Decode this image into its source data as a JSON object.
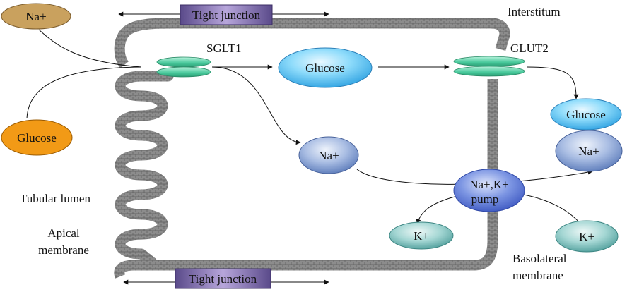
{
  "labels": {
    "tight_junction_top": "Tight junction",
    "tight_junction_bottom": "Tight junction",
    "interstitum": "Interstitum",
    "sglt1": "SGLT1",
    "glut2": "GLUT2",
    "tubular_lumen": "Tubular lumen",
    "apical_line1": "Apical",
    "apical_line2": "membrane",
    "basolateral_line1": "Basolateral",
    "basolateral_line2": "membrane"
  },
  "molecules": {
    "na_lumen": "Na+",
    "glucose_lumen": "Glucose",
    "glucose_cell": "Glucose",
    "na_cell": "Na+",
    "pump_line1": "Na+,K+",
    "pump_line2": "pump",
    "k_cell": "K+",
    "glucose_interstitium": "Glucose",
    "na_interstitium": "Na+",
    "k_interstitium": "K+"
  },
  "colors": {
    "membrane": "#8a8a8a",
    "membrane_dark": "#555555",
    "transporter": "#5fd6a6",
    "tight_junction": "#7b64a8",
    "sodium_lumen": "#c9a15e",
    "glucose_lumen": "#f29a16",
    "glucose_blue": "#5cc8f4",
    "ion_blue": "#7b9bd3",
    "pump": "#5d79d6",
    "potassium": "#5fb3b0"
  }
}
